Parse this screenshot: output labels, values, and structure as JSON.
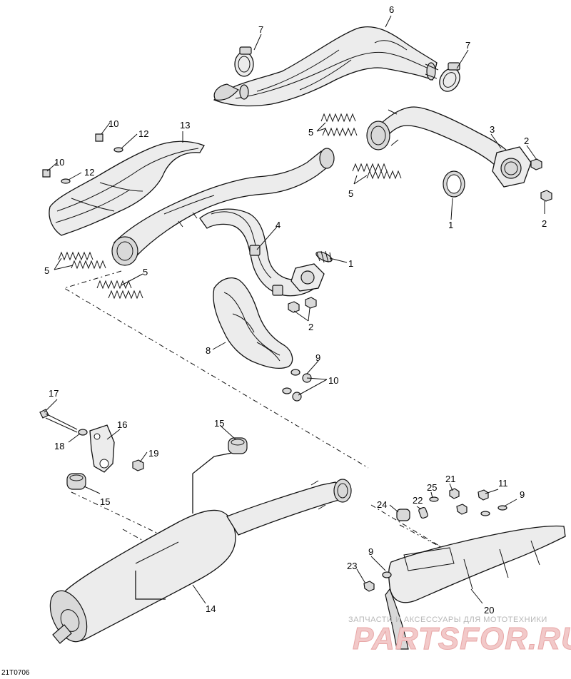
{
  "diagram": {
    "drawing_code": "21T0706",
    "callouts": {
      "c1a": "1",
      "c1b": "1",
      "c2a": "2",
      "c2b": "2",
      "c2c": "2",
      "c3": "3",
      "c4": "4",
      "c5a": "5",
      "c5b": "5",
      "c5c": "5",
      "c5d": "5",
      "c6": "6",
      "c7a": "7",
      "c7b": "7",
      "c8": "8",
      "c9a": "9",
      "c9b": "9",
      "c9c": "9",
      "c10a": "10",
      "c10b": "10",
      "c10c": "10",
      "c11": "11",
      "c12a": "12",
      "c12b": "12",
      "c13": "13",
      "c14": "14",
      "c15a": "15",
      "c15b": "15",
      "c16": "16",
      "c17": "17",
      "c18": "18",
      "c19": "19",
      "c20": "20",
      "c21": "21",
      "c22": "22",
      "c23": "23",
      "c24": "24",
      "c25": "25"
    }
  },
  "watermark": {
    "tagline": "ЗАПЧАСТИ И АКСЕССУАРЫ ДЛЯ МОТОТЕХНИКИ",
    "logo": "PARTSFOR.RU"
  }
}
